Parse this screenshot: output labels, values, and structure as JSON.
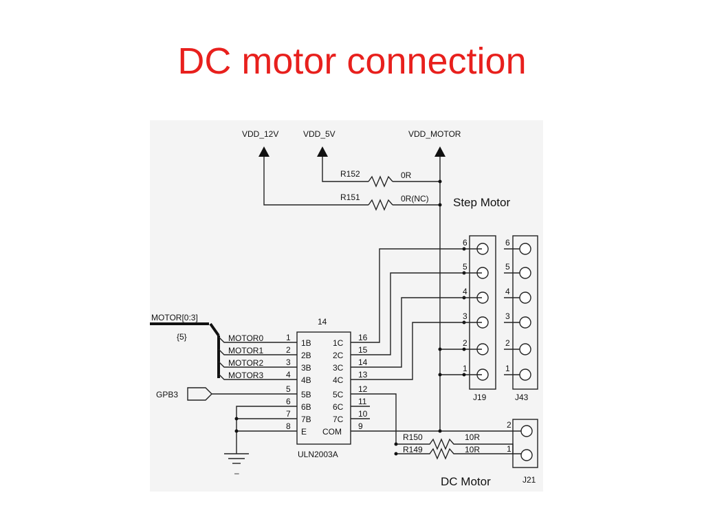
{
  "slide": {
    "title": "DC motor connection"
  },
  "colors": {
    "title": "#e8201d",
    "background": "#ffffff",
    "schematic_bg": "#f4f4f4",
    "ink": "#222222"
  },
  "schematic": {
    "power": {
      "vdd_12v": "VDD_12V",
      "vdd_5v": "VDD_5V",
      "vdd_motor": "VDD_MOTOR"
    },
    "resistors": {
      "r152": {
        "ref": "R152",
        "value": "0R"
      },
      "r151": {
        "ref": "R151",
        "value": "0R(NC)"
      },
      "r150": {
        "ref": "R150",
        "value": "10R"
      },
      "r149": {
        "ref": "R149",
        "value": "10R"
      }
    },
    "section_labels": {
      "step_motor": "Step Motor",
      "dc_motor": "DC Motor"
    },
    "bus": {
      "name": "MOTOR[0:3]",
      "ref": "{5}"
    },
    "gpio": {
      "name": "GPB3"
    },
    "motor_nets": [
      "MOTOR0",
      "MOTOR1",
      "MOTOR2",
      "MOTOR3"
    ],
    "ic": {
      "name": "ULN2003A",
      "top_pin": "14",
      "left_pin_numbers": [
        "1",
        "2",
        "3",
        "4",
        "5",
        "6",
        "7",
        "8"
      ],
      "left_pin_names": [
        "1B",
        "2B",
        "3B",
        "4B",
        "5B",
        "6B",
        "7B",
        "E"
      ],
      "right_pin_names": [
        "1C",
        "2C",
        "3C",
        "4C",
        "5C",
        "6C",
        "7C",
        "COM"
      ],
      "right_pin_numbers": [
        "16",
        "15",
        "14",
        "13",
        "12",
        "11",
        "10",
        "9"
      ]
    },
    "connectors": {
      "j19": {
        "name": "J19",
        "pins": [
          "6",
          "5",
          "4",
          "3",
          "2",
          "1"
        ]
      },
      "j43": {
        "name": "J43",
        "pins": [
          "6",
          "5",
          "4",
          "3",
          "2",
          "1"
        ]
      },
      "j21": {
        "name": "J21",
        "pins": [
          "2",
          "1"
        ]
      }
    },
    "ground": {
      "symbol": "ground-icon",
      "label": "–"
    }
  }
}
